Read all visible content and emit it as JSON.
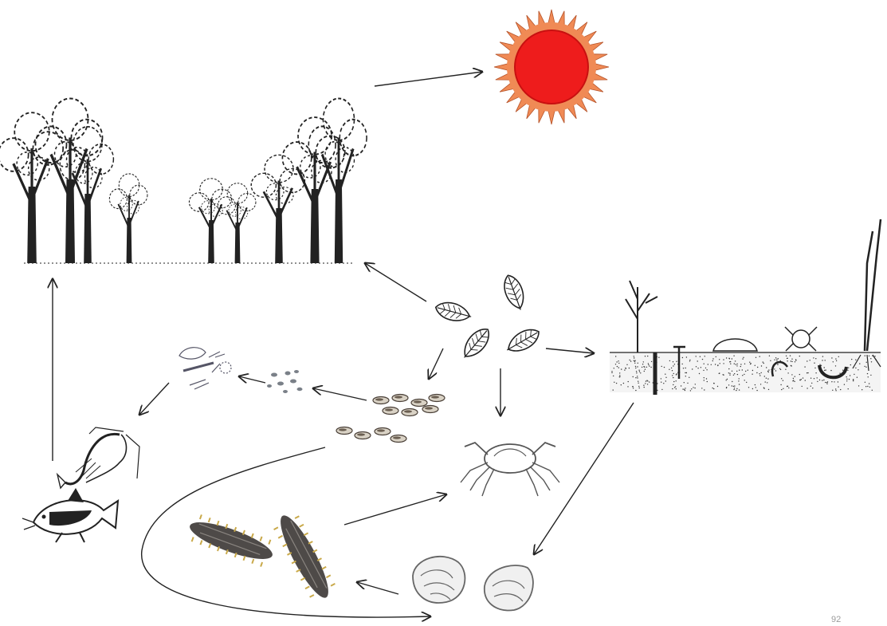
{
  "diagram": {
    "type": "mangrove food web",
    "nodes": [
      {
        "id": "sun",
        "icon": "sun-icon"
      },
      {
        "id": "mangrove-trees",
        "icon": "tree-icon"
      },
      {
        "id": "leaf-litter",
        "icon": "leaf-icon"
      },
      {
        "id": "mud-flat-fauna",
        "icon": "mudflat-icon"
      },
      {
        "id": "leaf-fragments",
        "icon": "detritus-icon"
      },
      {
        "id": "fine-detritus",
        "icon": "particle-icon"
      },
      {
        "id": "detritus-particles",
        "icon": "particle-icon"
      },
      {
        "id": "shrimp",
        "icon": "shrimp-icon"
      },
      {
        "id": "fish",
        "icon": "fish-icon"
      },
      {
        "id": "crab",
        "icon": "crab-icon"
      },
      {
        "id": "sea-cucumbers",
        "icon": "sea-cucumber-icon"
      },
      {
        "id": "snails",
        "icon": "snail-icon"
      }
    ],
    "edges": [
      {
        "from": "mangrove-trees",
        "to": "sun"
      },
      {
        "from": "fish",
        "to": "mangrove-trees"
      },
      {
        "from": "leaf-litter",
        "to": "mangrove-trees"
      },
      {
        "from": "leaf-litter",
        "to": "mud-flat-fauna"
      },
      {
        "from": "leaf-litter",
        "to": "detritus-particles"
      },
      {
        "from": "leaf-litter",
        "to": "crab"
      },
      {
        "from": "detritus-particles",
        "to": "fine-detritus"
      },
      {
        "from": "fine-detritus",
        "to": "leaf-fragments"
      },
      {
        "from": "leaf-fragments",
        "to": "shrimp"
      },
      {
        "from": "detritus-particles",
        "to": "snails"
      },
      {
        "from": "sea-cucumbers",
        "to": "crab"
      },
      {
        "from": "snails",
        "to": "sea-cucumbers"
      },
      {
        "from": "mud-flat-fauna",
        "to": "snails"
      }
    ],
    "colors": {
      "sun_core": "#ee1c1c",
      "sun_rays": "#f08a55",
      "line": "#222222",
      "particle": "#8a7a6a"
    }
  },
  "footer": {
    "page_number": "92"
  }
}
